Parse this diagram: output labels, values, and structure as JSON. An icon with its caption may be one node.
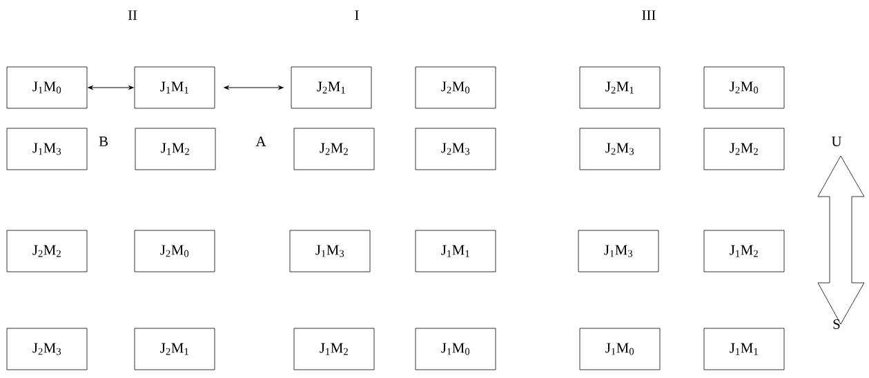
{
  "diagram": {
    "nodes": [
      {
        "text": [
          "J$_{1}$M$_{0}$"
        ]
      },
      {
        "text": [
          "J$_{1}$M$_{1}$"
        ]
      },
      {
        "text": [
          "J$_{2}$M$_{1}$"
        ]
      },
      {
        "text": [
          "J$_{2}$M$_{0}$"
        ]
      },
      {
        "text": [
          "J$_{2}$M$_{1}$"
        ]
      },
      {
        "text": [
          "J$_{2}$M$_{0}$"
        ]
      },
      {
        "text": [
          "J$_{1}$M$_{3}$"
        ]
      },
      {
        "text": [
          "J$_{1}$M$_{2}$"
        ]
      },
      {
        "text": [
          "J$_{2}$M$_{2}$"
        ]
      },
      {
        "text": [
          "J$_{2}$M$_{3}$"
        ]
      },
      {
        "text": [
          "J$_{2}$M$_{3}$"
        ]
      },
      {
        "text": [
          "J$_{2}$M$_{2}$"
        ]
      },
      {
        "text": [
          "J$_{2}$M$_{2}$"
        ]
      },
      {
        "text": [
          "J$_{2}$M$_{0}$"
        ]
      },
      {
        "text": [
          "J$_{1}$M$_{3}$"
        ]
      },
      {
        "text": [
          "J$_{1}$M$_{1}$"
        ]
      },
      {
        "text": [
          "J$_{1}$M$_{3}$"
        ]
      },
      {
        "text": [
          "J$_{1}$M$_{2}$"
        ]
      },
      {
        "text": [
          "J$_{2}$M$_{3}$"
        ]
      },
      {
        "text": [
          "J$_{2}$M$_{1}$"
        ]
      },
      {
        "text": [
          "J$_{1}$M$_{2}$"
        ]
      },
      {
        "text": [
          "J$_{1}$M$_{0}$"
        ]
      },
      {
        "text": [
          "J$_{1}$M$_{0}$"
        ]
      },
      {
        "text": [
          "J$_{1}$M$_{1}$"
        ]
      }
    ],
    "edges": [
      {
        "from": 0,
        "to": 1,
        "arrow": "both"
      },
      {
        "from": 1,
        "to": 2,
        "arrow": "both"
      }
    ],
    "labels": [
      "II",
      "I",
      "III",
      "B",
      "A",
      "U",
      "S"
    ]
  }
}
